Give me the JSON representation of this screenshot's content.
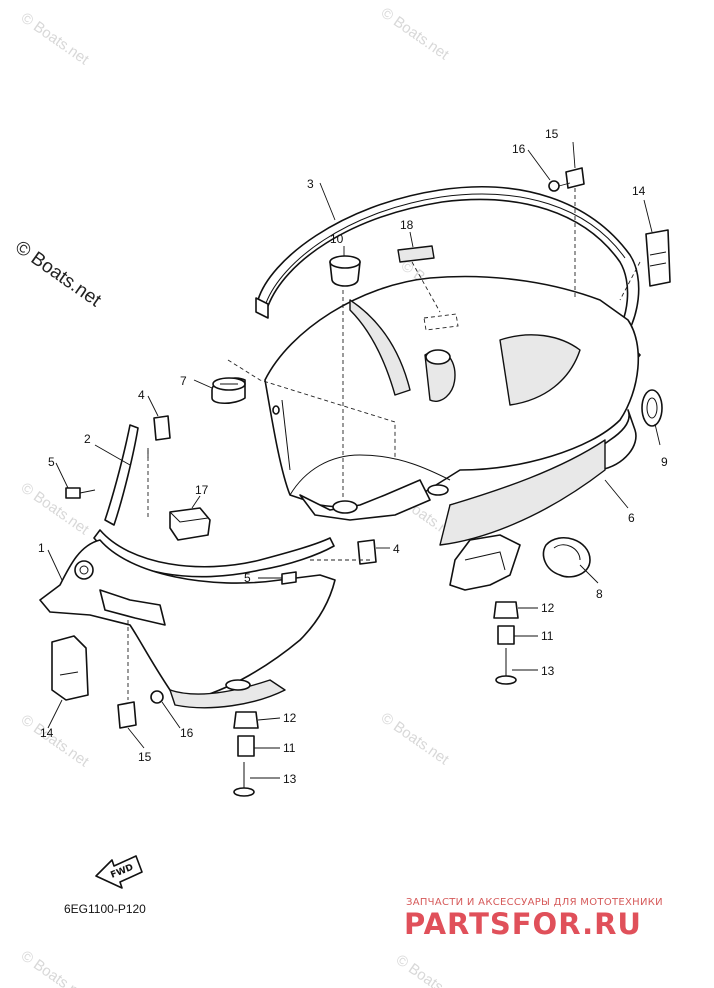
{
  "diagram": {
    "part_code": "6EG1100-P120",
    "fwd_label": "FWD",
    "watermark": "© Boats.net",
    "watermark_large": "© Boats.net",
    "ad_tagline": "ЗАПЧАСТИ И АКСЕССУАРЫ ДЛЯ МОТОТЕХНИКИ",
    "ad_logo": "PARTSFOR.RU",
    "callouts": {
      "c1": "1",
      "c2": "2",
      "c3": "3",
      "c4a": "4",
      "c4b": "4",
      "c5a": "5",
      "c5b": "5",
      "c6": "6",
      "c7": "7",
      "c8": "8",
      "c9": "9",
      "c10": "10",
      "c11a": "11",
      "c11b": "11",
      "c12a": "12",
      "c12b": "12",
      "c13a": "13",
      "c13b": "13",
      "c14a": "14",
      "c14b": "14",
      "c15a": "15",
      "c15b": "15",
      "c16a": "16",
      "c16b": "16",
      "c17": "17",
      "c18": "18"
    }
  }
}
